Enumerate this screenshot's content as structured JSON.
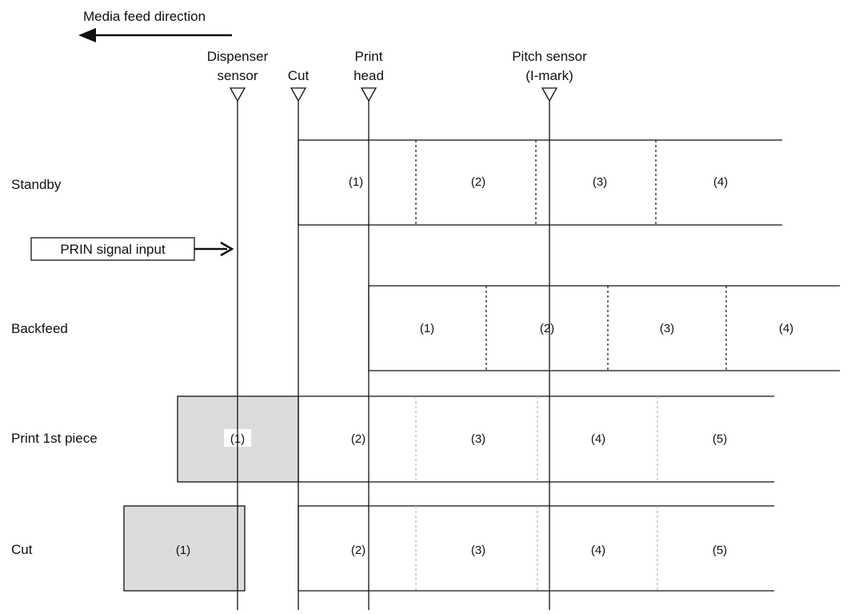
{
  "header": {
    "feed_direction_label": "Media feed direction"
  },
  "sensors": {
    "dispenser": [
      "Dispenser",
      "sensor"
    ],
    "cut": [
      "Cut"
    ],
    "print_head": [
      "Print",
      "head"
    ],
    "pitch": [
      "Pitch sensor",
      "(I-mark)"
    ]
  },
  "signal": {
    "label": "PRIN signal input"
  },
  "rows": [
    {
      "label": "Standby",
      "pieces": [
        "(1)",
        "(2)",
        "(3)",
        "(4)"
      ]
    },
    {
      "label": "Backfeed",
      "pieces": [
        "(1)",
        "(2)",
        "(3)",
        "(4)"
      ]
    },
    {
      "label": "Print 1st piece",
      "pieces": [
        "(1)",
        "(2)",
        "(3)",
        "(4)",
        "(5)"
      ]
    },
    {
      "label": "Cut",
      "pieces": [
        "(1)",
        "(2)",
        "(3)",
        "(4)",
        "(5)"
      ]
    }
  ],
  "colors": {
    "ink": "#111111",
    "discharged_piece_fill": "#dcdcdc",
    "faint_divider": "#b5b5b5"
  }
}
